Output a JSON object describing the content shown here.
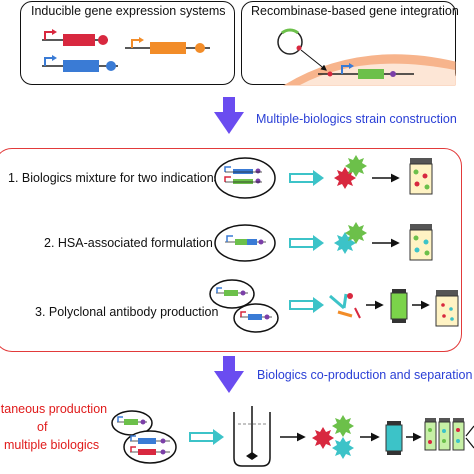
{
  "top_panels": {
    "left_title": "Inducible gene expression systems",
    "right_title": "Recombinase-based gene integration"
  },
  "steps": {
    "step1": "Multiple-biologics strain construction",
    "step2": "Biologics co-production and separation"
  },
  "strategies": [
    {
      "label": "1. Biologics mixture for two indications"
    },
    {
      "label": "2. HSA-associated formulation"
    },
    {
      "label": "3. Polyclonal antibody production"
    }
  ],
  "bottom": {
    "line1": "ltaneous production",
    "line2": "of",
    "line3": "multiple biologics"
  },
  "colors": {
    "red_gene": "#d8283f",
    "orange_gene": "#f28c28",
    "blue_gene": "#3a7bd5",
    "green_gene": "#6cc04a",
    "purple_gene": "#7b3fa8",
    "arrow_purple": "#6a4cf0",
    "teal_arrow": "#3cc3c8",
    "panel_red": "#e23a3a",
    "text_blue": "#2a3fd6"
  }
}
